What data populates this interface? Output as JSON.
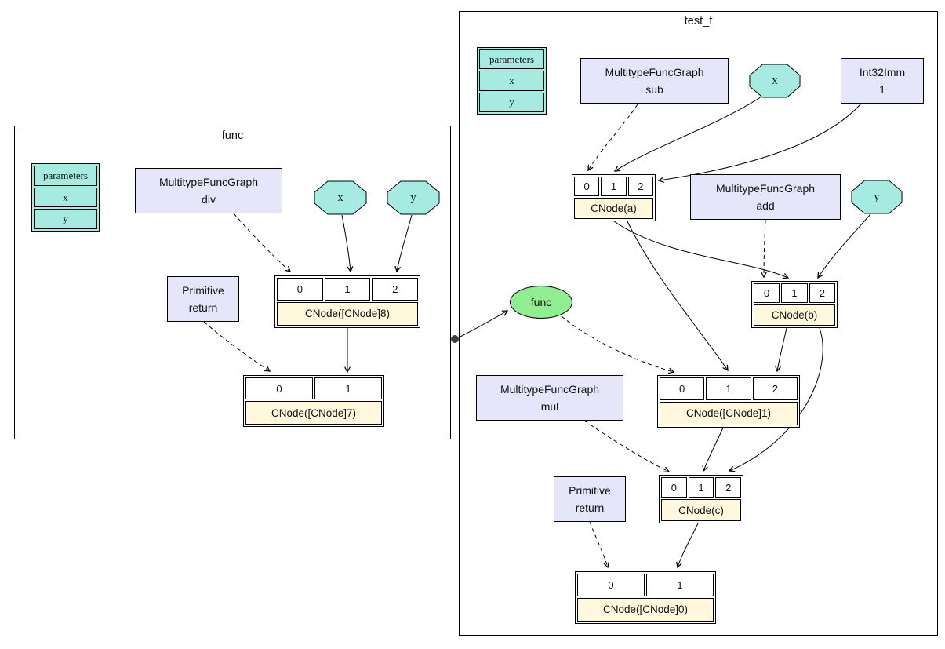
{
  "func_cluster": {
    "title": "func",
    "params": {
      "header": "parameters",
      "p0": "x",
      "p1": "y"
    },
    "div_node": {
      "line1": "MultitypeFuncGraph",
      "line2": "div"
    },
    "x_param": "x",
    "y_param": "y",
    "return_node": {
      "line1": "Primitive",
      "line2": "return"
    },
    "cnode8": {
      "p0": "0",
      "p1": "1",
      "p2": "2",
      "label": "CNode([CNode]8)"
    },
    "cnode7": {
      "p0": "0",
      "p1": "1",
      "label": "CNode([CNode]7)"
    }
  },
  "test_cluster": {
    "title": "test_f",
    "params": {
      "header": "parameters",
      "p0": "x",
      "p1": "y"
    },
    "sub_node": {
      "line1": "MultitypeFuncGraph",
      "line2": "sub"
    },
    "x_param": "x",
    "int_node": {
      "line1": "Int32Imm",
      "line2": "1"
    },
    "add_node": {
      "line1": "MultitypeFuncGraph",
      "line2": "add"
    },
    "y_param": "y",
    "func_ellipse": "func",
    "mul_node": {
      "line1": "MultitypeFuncGraph",
      "line2": "mul"
    },
    "return_node": {
      "line1": "Primitive",
      "line2": "return"
    },
    "cnode_a": {
      "p0": "0",
      "p1": "1",
      "p2": "2",
      "label": "CNode(a)"
    },
    "cnode_b": {
      "p0": "0",
      "p1": "1",
      "p2": "2",
      "label": "CNode(b)"
    },
    "cnode_1": {
      "p0": "0",
      "p1": "1",
      "p2": "2",
      "label": "CNode([CNode]1)"
    },
    "cnode_c": {
      "p0": "0",
      "p1": "1",
      "p2": "2",
      "label": "CNode(c)"
    },
    "cnode_0": {
      "p0": "0",
      "p1": "1",
      "label": "CNode([CNode]0)"
    }
  },
  "colors": {
    "parameter_fill": "#A6EBE1",
    "funcgraph_fill": "#E6E6FA",
    "cnode_label_fill": "#FFF8DC",
    "func_ellipse_fill": "#8FEE90",
    "edge_color": "#000000",
    "dot_color": "#3F3F3F"
  }
}
